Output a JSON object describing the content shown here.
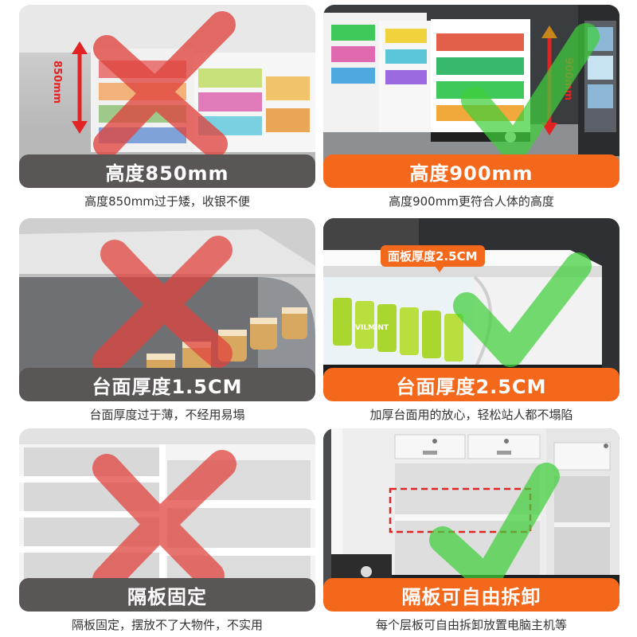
{
  "rows": [
    {
      "bad": {
        "banner": "高度850mm",
        "caption": "高度850mm过于矮，收银不便",
        "measure": "850mm"
      },
      "good": {
        "banner": "高度900mm",
        "caption": "高度900mm更符合人体的高度",
        "measure": "900mm"
      }
    },
    {
      "bad": {
        "banner": "台面厚度1.5CM",
        "caption": "台面厚度过于薄，不经用易塌"
      },
      "good": {
        "banner": "台面厚度2.5CM",
        "caption": "加厚台面用的放心，轻松站人都不塌陷",
        "tag": "面板厚度2.5CM",
        "product_label": "VILMINT"
      }
    },
    {
      "bad": {
        "banner": "隔板固定",
        "caption": "隔板固定，摆放不了大物件，不实用"
      },
      "good": {
        "banner": "隔板可自由拆卸",
        "caption": "每个层板可自由拆卸放置电脑主机等"
      }
    }
  ],
  "colors": {
    "bad_banner": "#5a5656",
    "good_banner": "#f4681c",
    "cross": "#e0453f",
    "check": "#3fcf3a"
  }
}
